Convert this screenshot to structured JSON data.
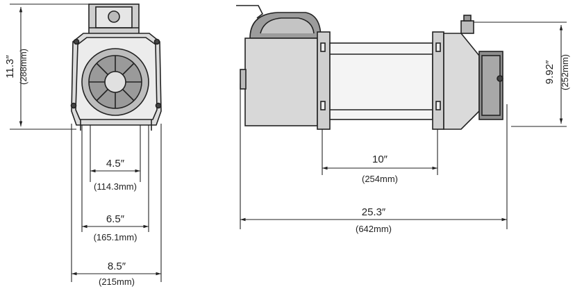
{
  "front_view": {
    "height": {
      "inch": "11.3″",
      "mm": "(288mm)"
    },
    "dim_a": {
      "inch": "4.5″",
      "mm": "(114.3mm)"
    },
    "dim_b": {
      "inch": "6.5″",
      "mm": "(165.1mm)"
    },
    "dim_c": {
      "inch": "8.5″",
      "mm": "(215mm)"
    }
  },
  "side_view": {
    "height": {
      "inch": "9.92″",
      "mm": "(252mm)"
    },
    "drum_length": {
      "inch": "10″",
      "mm": "(254mm)"
    },
    "overall_length": {
      "inch": "25.3″",
      "mm": "(642mm)"
    }
  }
}
